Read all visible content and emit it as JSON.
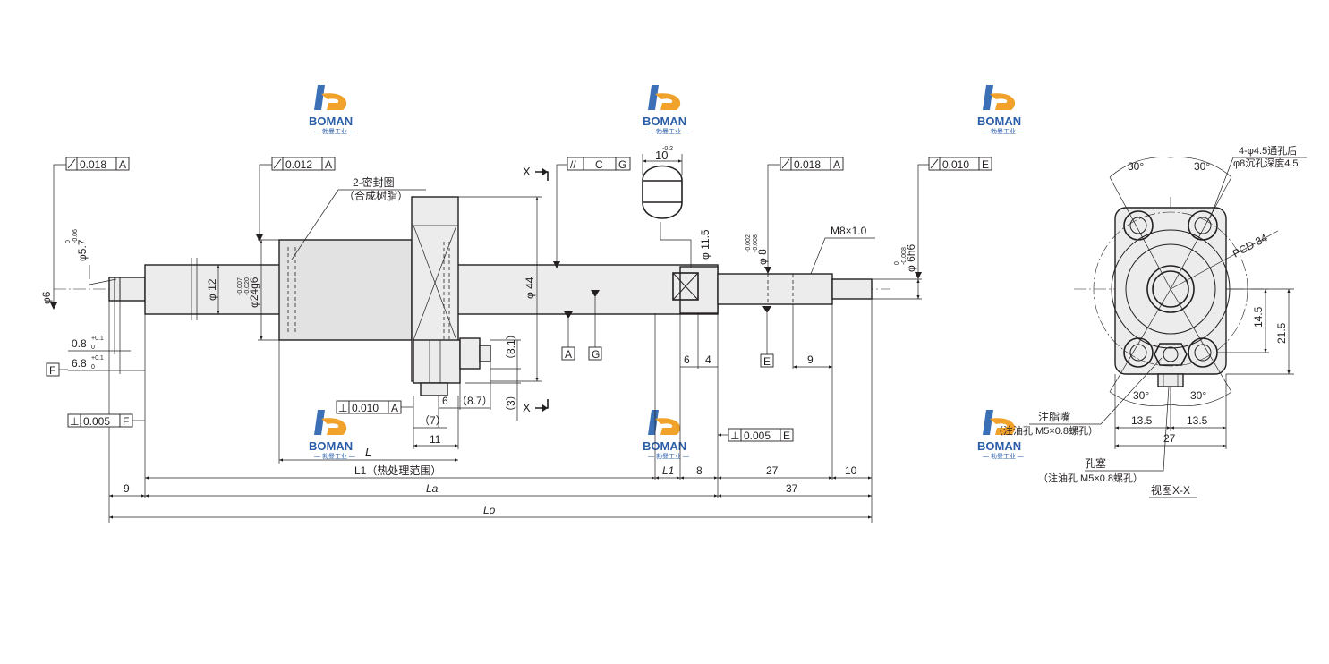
{
  "brand": {
    "name": "BOMAN",
    "sub": "— 勃曼工业 —",
    "color_primary": "#3b6fb6",
    "color_accent": "#f1a22b"
  },
  "tolerances": {
    "runout_left": "0.018",
    "runout_nut": "0.012",
    "runout_right_mid": "0.018",
    "runout_right_end": "0.010",
    "perp_flange": "0.010",
    "perp_left": "0.005",
    "perp_right": "0.005",
    "parallel_label": "//",
    "datum_a": "A",
    "datum_c": "C",
    "datum_e": "E",
    "datum_f": "F",
    "datum_g": "G"
  },
  "labels": {
    "seal": "2-密封圈",
    "seal_material": "（合成树脂）",
    "thread": "M8×1.0",
    "holes_1": "4-φ4.5通孔后",
    "holes_2": "φ8沉孔深度4.5",
    "pcd": "PCD 34",
    "grease_nipple": "注脂嘴",
    "grease_nipple_spec": "（注油孔 M5×0.8螺孔）",
    "plug": "孔塞",
    "plug_spec": "（注油孔 M5×0.8螺孔）",
    "view": "视图X-X",
    "section_x": "X",
    "heat_treat": "L1（热处理范围）"
  },
  "dims": {
    "d_5_7": "φ5.7",
    "d_5_7_tol_up": "0",
    "d_5_7_tol_lo": "-0.06",
    "d_6": "φ6",
    "d_12": "φ 12",
    "d_24": "φ24g6",
    "d_24_tol_up": "-0.007",
    "d_24_tol_lo": "-0.020",
    "d_44": "φ 44",
    "d_11_5": "φ 11.5",
    "d_8": "φ 8",
    "d_8_tol_up": "-0.002",
    "d_8_tol_lo": "-0.008",
    "d_6h6": "φ 6h6",
    "d_6h6_tol_up": "0",
    "d_6h6_tol_lo": "-0.008",
    "w_10": "10",
    "w_10_tol": "-0.2",
    "g_0_8": "0.8",
    "g_0_8_tol": "+0.1",
    "g_0_8_tol2": "0",
    "g_6_8": "6.8",
    "g_6_8_tol": "+0.1",
    "g_6_8_tol2": "0",
    "h_8_1": "（8.1）",
    "h_3": "（3）",
    "w_6": "6",
    "w_8_7": "（8.7）",
    "w_7": "（7）",
    "w_11": "11",
    "L": "L",
    "L1_small": "L1",
    "La": "La",
    "Lo": "Lo",
    "d9_left": "9",
    "d6_r": "6",
    "d4_r": "4",
    "d9_r": "9",
    "d8_r": "8",
    "d27_r": "27",
    "d10_r": "10",
    "d37_r": "37",
    "ang30": "30°",
    "v14_5": "14.5",
    "v21_5": "21.5",
    "h13_5": "13.5",
    "h27": "27"
  }
}
